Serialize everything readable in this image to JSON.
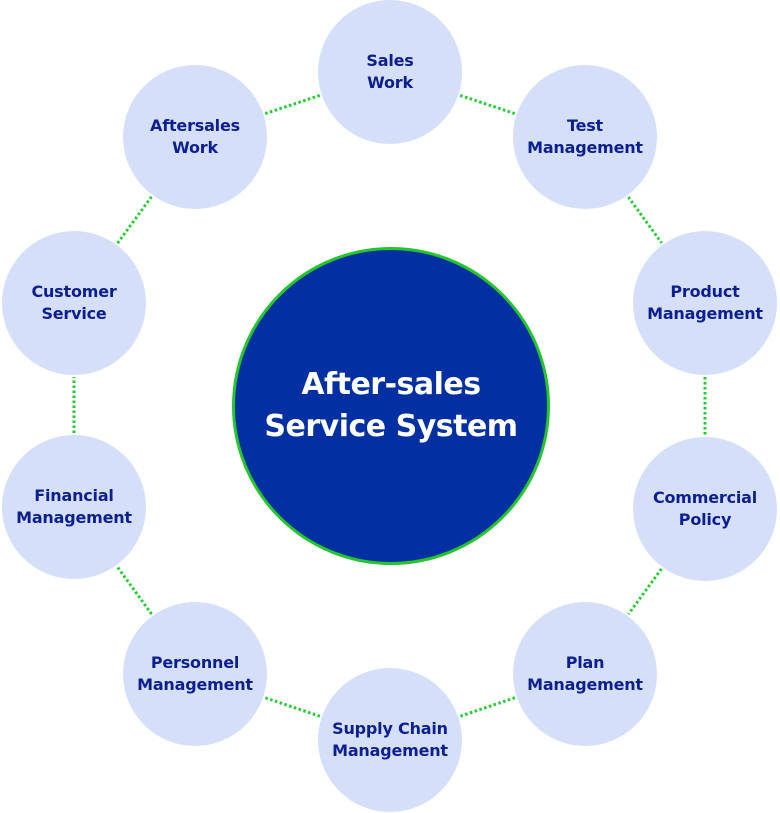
{
  "center": {
    "line1": "After-sales",
    "line2": "Service System"
  },
  "nodes": [
    {
      "id": "sales-work",
      "lines": [
        "Sales",
        "Work"
      ]
    },
    {
      "id": "test-management",
      "lines": [
        "Test",
        "Management"
      ]
    },
    {
      "id": "product-management",
      "lines": [
        "Product",
        "Management"
      ]
    },
    {
      "id": "commercial-policy",
      "lines": [
        "Commercial",
        "Policy"
      ]
    },
    {
      "id": "plan-management",
      "lines": [
        "Plan",
        "Management"
      ]
    },
    {
      "id": "supply-chain-management",
      "lines": [
        "Supply Chain",
        "Management"
      ]
    },
    {
      "id": "personnel-management",
      "lines": [
        "Personnel",
        "Management"
      ]
    },
    {
      "id": "financial-management",
      "lines": [
        "Financial",
        "Management"
      ]
    },
    {
      "id": "customer-service",
      "lines": [
        "Customer",
        "Service"
      ]
    },
    {
      "id": "aftersales-work",
      "lines": [
        "Aftersales",
        "Work"
      ]
    }
  ],
  "colors": {
    "node_fill": "#d5dffa",
    "node_text": "#0c1f8f",
    "hub_fill": "#0230a3",
    "hub_border": "#25c62c",
    "connector": "#22cc33"
  }
}
